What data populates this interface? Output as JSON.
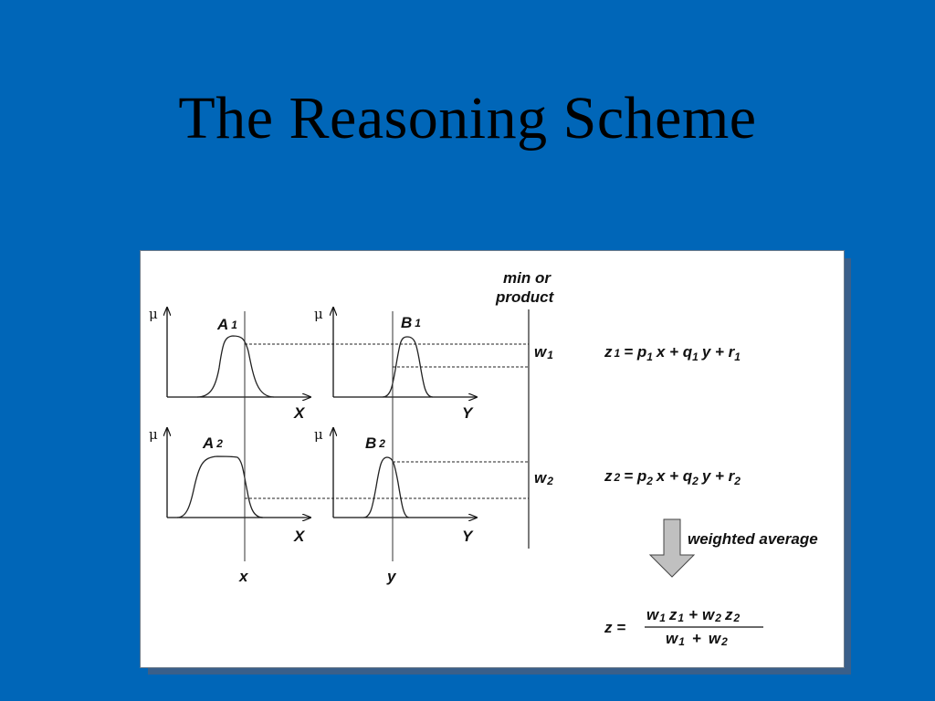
{
  "slide": {
    "title": "The Reasoning Scheme"
  },
  "diagram": {
    "combine_label_line1": "min or",
    "combine_label_line2": "product",
    "mu_symbol": "μ",
    "axis_x": "X",
    "axis_y": "Y",
    "input_x": "x",
    "input_y": "y",
    "rule1": {
      "a_label": "A",
      "a_sub": "1",
      "b_label": "B",
      "b_sub": "1",
      "w_label": "w",
      "w_sub": "1",
      "z": "z",
      "z_sub": "1",
      "eq": "= p",
      "p_sub": "1",
      "mid1": "x + q",
      "q_sub": "1",
      "mid2": "y + r",
      "r_sub": "1"
    },
    "rule2": {
      "a_label": "A",
      "a_sub": "2",
      "b_label": "B",
      "b_sub": "2",
      "w_label": "w",
      "w_sub": "2",
      "z": "z",
      "z_sub": "2",
      "eq": "= p",
      "p_sub": "2",
      "mid1": "x + q",
      "q_sub": "2",
      "mid2": "y + r",
      "r_sub": "2"
    },
    "arrow_label": "weighted average",
    "final": {
      "lhs": "z =",
      "num_w1": "w",
      "num_w1_sub": "1",
      "num_z1": "z",
      "num_z1_sub": "1",
      "num_plus": "+",
      "num_w2": "w",
      "num_w2_sub": "2",
      "num_z2": "z",
      "num_z2_sub": "2",
      "den_w1": "w",
      "den_w1_sub": "1",
      "den_plus": "+",
      "den_w2": "w",
      "den_w2_sub": "2"
    }
  }
}
